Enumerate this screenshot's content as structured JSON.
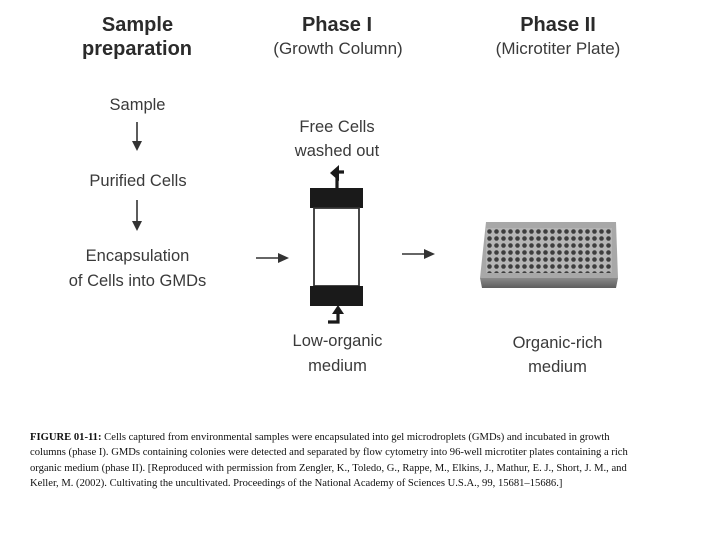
{
  "columns": {
    "sample_prep": {
      "line1": "Sample",
      "line2": "preparation"
    },
    "phase1": {
      "title": "Phase I",
      "subtitle": "(Growth Column)"
    },
    "phase2": {
      "title": "Phase II",
      "subtitle": "(Microtiter Plate)"
    }
  },
  "steps": {
    "sample": "Sample",
    "purified": "Purified Cells",
    "encap_line1": "Encapsulation",
    "encap_line2": "of Cells into GMDs",
    "free_line1": "Free Cells",
    "free_line2": "washed out",
    "low_line1": "Low-organic",
    "low_line2": "medium",
    "rich_line1": "Organic-rich",
    "rich_line2": "medium"
  },
  "caption": {
    "label": "FIGURE 01-11:",
    "text": "Cells captured from environmental samples were encapsulated into gel microdroplets (GMDs) and incubated in growth columns (phase I). GMDs containing colonies were detected and separated by flow cytometry into 96-well microtiter plates containing a rich organic medium (phase II). [Reproduced with permission from Zengler, K., Toledo, G., Rappe, M., Elkins, J., Mathur, E. J., Short, J. M., and Keller, M. (2002). Cultivating the uncultivated. Proceedings of the National Academy of Sciences U.S.A., 99, 15681–15686.]"
  },
  "colors": {
    "ink": "#333333",
    "dark": "#1a1a1a",
    "plate": "#9a9a9a"
  }
}
